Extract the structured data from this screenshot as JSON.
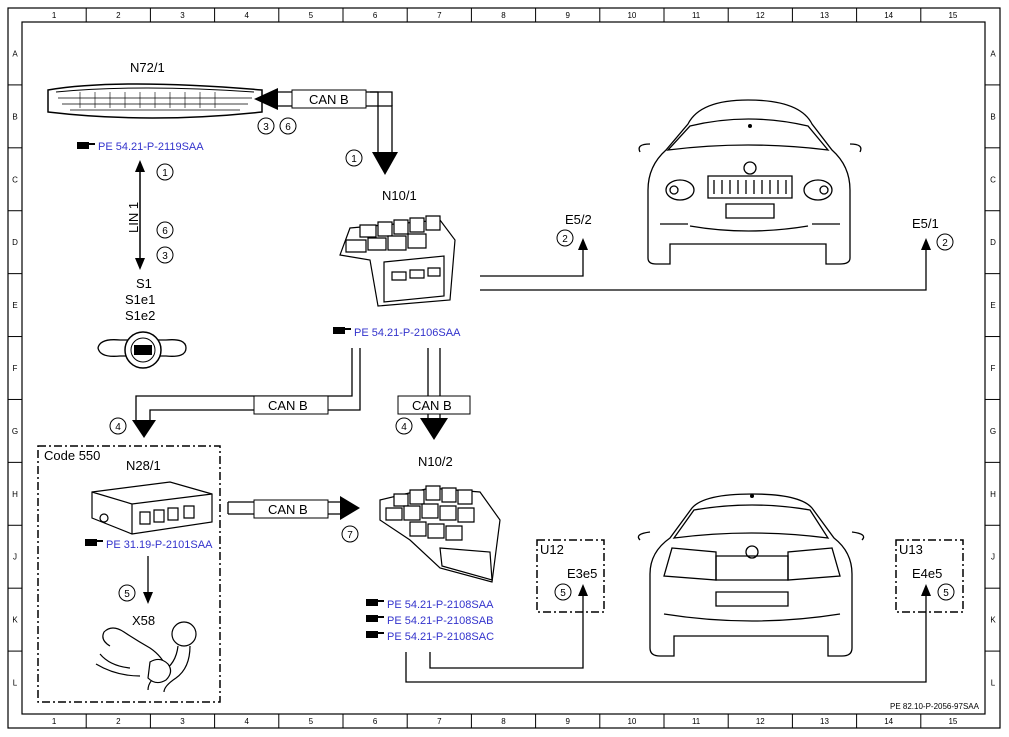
{
  "grid": {
    "columns": [
      "1",
      "2",
      "3",
      "4",
      "5",
      "6",
      "7",
      "8",
      "9",
      "10",
      "11",
      "12",
      "13",
      "14",
      "15"
    ],
    "rows": [
      "A",
      "B",
      "C",
      "D",
      "E",
      "F",
      "G",
      "H",
      "J",
      "K",
      "L"
    ]
  },
  "components": {
    "n72_1": "N72/1",
    "n10_1": "N10/1",
    "n10_2": "N10/2",
    "n28_1": "N28/1",
    "s1": "S1",
    "s1e1": "S1e1",
    "s1e2": "S1e2",
    "x58": "X58",
    "e5_2": "E5/2",
    "e5_1": "E5/1",
    "u12": "U12",
    "u12_lamp": "E3e5",
    "u13": "U13",
    "u13_lamp": "E4e5",
    "code_box": "Code 550"
  },
  "buses": {
    "can_b": "CAN B",
    "lin_1": "LIN 1"
  },
  "refs": {
    "n72_ref": "PE 54.21-P-2119SAA",
    "n10_1_ref": "PE 54.21-P-2106SAA",
    "n28_ref": "PE 31.19-P-2101SAA",
    "n10_2_ref_a": "PE 54.21-P-2108SAA",
    "n10_2_ref_b": "PE 54.21-P-2108SAB",
    "n10_2_ref_c": "PE 54.21-P-2108SAC"
  },
  "signal_numbers": {
    "one": "1",
    "two": "2",
    "three": "3",
    "four": "4",
    "five": "5",
    "six": "6",
    "seven": "7"
  },
  "footer_code": "PE 82.10-P-2056-97SAA",
  "colors": {
    "ref_text": "#3333cc",
    "line": "#000000",
    "background": "#ffffff"
  }
}
